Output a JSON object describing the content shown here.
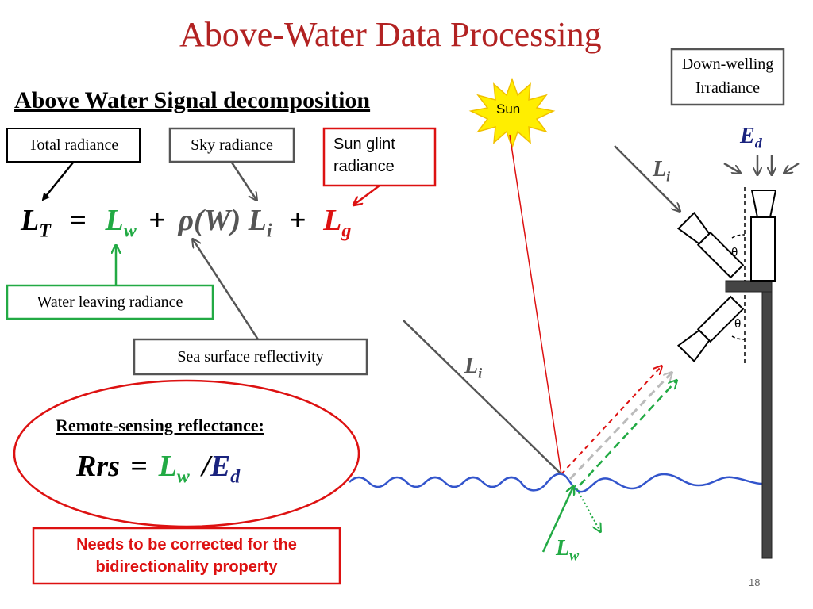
{
  "title": "Above-Water Data Processing",
  "subtitle": "Above Water Signal decomposition",
  "labels": {
    "total_radiance": "Total radiance",
    "sky_radiance": "Sky radiance",
    "sun_glint_line1": "Sun glint",
    "sun_glint_line2": "radiance",
    "water_leaving": "Water leaving radiance",
    "sea_surface": "Sea surface reflectivity",
    "downwelling_line1": "Down-welling",
    "downwelling_line2": "Irradiance",
    "sun": "Sun",
    "theta": "θ"
  },
  "equation": {
    "lt": "L",
    "lt_sub": "T",
    "equals": "=",
    "lw": "L",
    "lw_sub": "w",
    "plus1": "+",
    "rho": "ρ(W) L",
    "rho_sub": "i",
    "plus2": "+",
    "lg": "L",
    "lg_sub": "g"
  },
  "rrs": {
    "heading": "Remote-sensing reflectance:",
    "rrs": "Rrs",
    "eq": "=",
    "lw": "L",
    "lw_sub": "w",
    "slash": "/",
    "ed": "E",
    "ed_sub": "d"
  },
  "diagram_labels": {
    "ed": "E",
    "ed_sub": "d",
    "li_top": "L",
    "li_top_sub": "i",
    "li_mid": "L",
    "li_mid_sub": "i",
    "lw": "L",
    "lw_sub": "w"
  },
  "note": {
    "line1": "Needs to be corrected for the",
    "line2": "bidirectionality property"
  },
  "page_number": "18",
  "colors": {
    "title": "#b22222",
    "green": "#22aa44",
    "red": "#dd1111",
    "gray": "#555555",
    "blue": "#1a237e",
    "wave": "#3355cc",
    "sun": "#ffee00"
  }
}
